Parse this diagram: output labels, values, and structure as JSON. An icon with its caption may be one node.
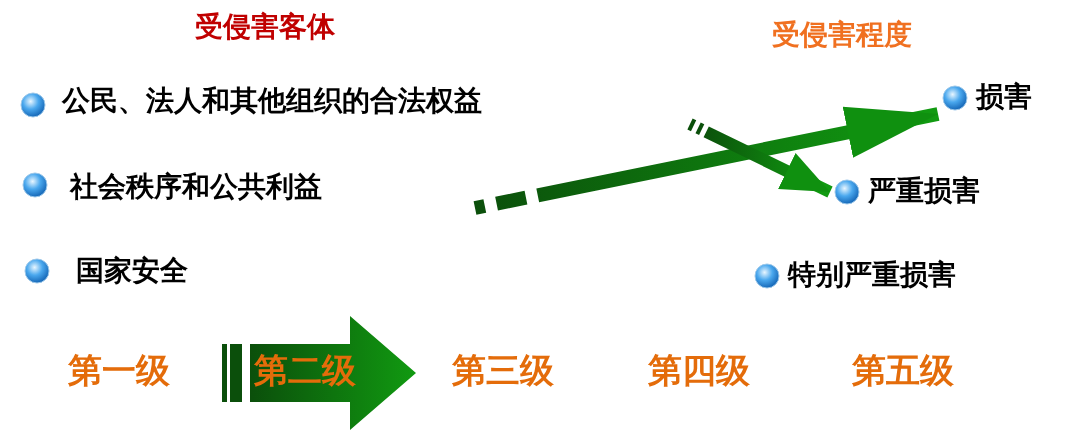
{
  "diagram": {
    "nodes": [
      {
        "text": [
          "损害"
        ]
      },
      {
        "text": [
          "严重损害"
        ]
      },
      {
        "text": [
          "特别严重损害"
        ]
      },
      {
        "text": [
          "第二级"
        ]
      }
    ],
    "edges": [
      {
        "from": null,
        "to": 0,
        "arrow": "to"
      },
      {
        "from": null,
        "to": 1,
        "arrow": "to"
      }
    ],
    "labels": [
      "受侵害客体",
      "受侵害程度",
      "公民、法人和其他组织的合法权益",
      "社会秩序和公共利益",
      "国家安全",
      "第一级",
      "第三级",
      "第四级",
      "第五级"
    ]
  }
}
